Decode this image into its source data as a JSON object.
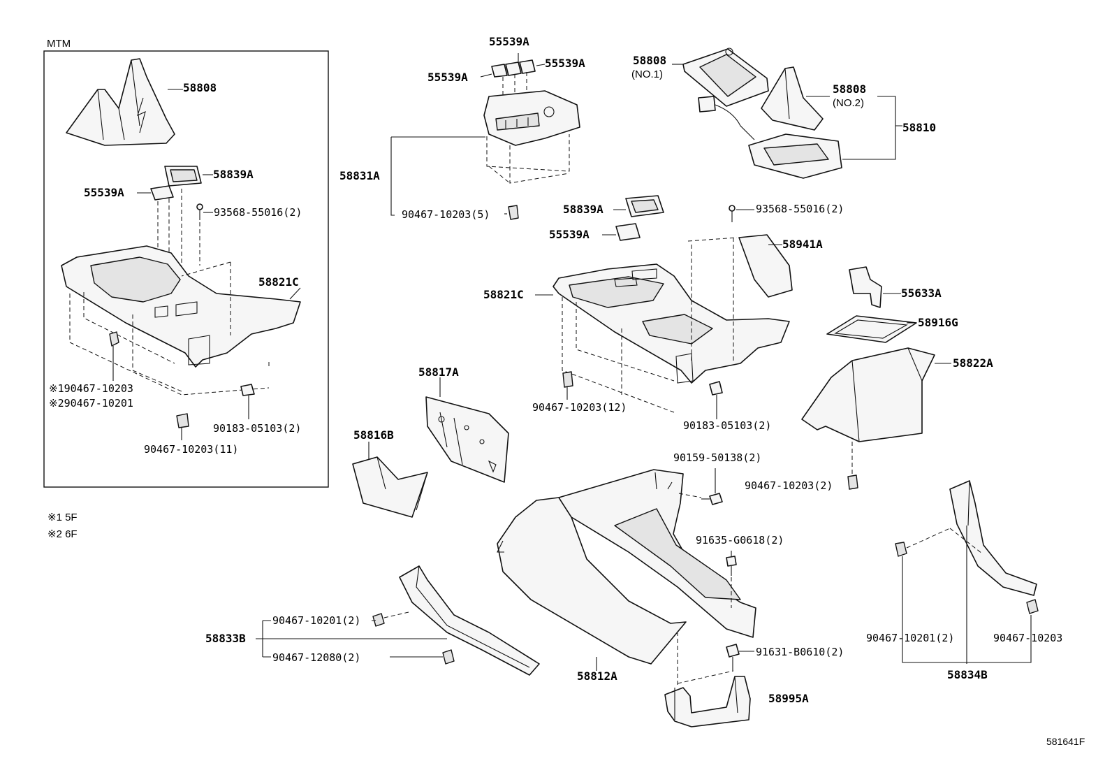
{
  "inset": {
    "title": "MTM",
    "labels": {
      "p58808": "58808",
      "p58839A": "58839A",
      "p55539A": "55539A",
      "p93568": "93568-55016(2)",
      "p58821C": "58821C",
      "p90467_10203": "90467-10203",
      "p90467_10201": "90467-10201",
      "p90183": "90183-05103(2)",
      "p90467_11": "90467-10203(11)"
    },
    "note1_mark": "※1",
    "note2_mark": "※2"
  },
  "footnotes": {
    "n1": "※1  5F",
    "n2": "※2  6F"
  },
  "labels": {
    "p55539A_top": "55539A",
    "p55539A_left": "55539A",
    "p55539A_right": "55539A",
    "p58831A": "58831A",
    "p90467_5": "90467-10203(5)",
    "p58808_no1": "58808",
    "no1": "(NO.1)",
    "p58808_no2": "58808",
    "no2": "(NO.2)",
    "p58810": "58810",
    "p58839A": "58839A",
    "p55539A_mid": "55539A",
    "p93568": "93568-55016(2)",
    "p58941A": "58941A",
    "p58821C": "58821C",
    "p55633A": "55633A",
    "p58916G": "58916G",
    "p58822A": "58822A",
    "p58817A": "58817A",
    "p58816B": "58816B",
    "p90467_12": "90467-10203(12)",
    "p90183": "90183-05103(2)",
    "p90159": "90159-50138(2)",
    "p90467_2": "90467-10203(2)",
    "p91635": "91635-G0618(2)",
    "p58833B": "58833B",
    "p90467_10201": "90467-10201(2)",
    "p90467_12080": "90467-12080(2)",
    "p58812A": "58812A",
    "p91631": "91631-B0610(2)",
    "p58995A": "58995A",
    "p90467_10201_r": "90467-10201(2)",
    "p90467_10203_r": "90467-10203",
    "p58834B": "58834B"
  },
  "diagram_code": "581641F"
}
